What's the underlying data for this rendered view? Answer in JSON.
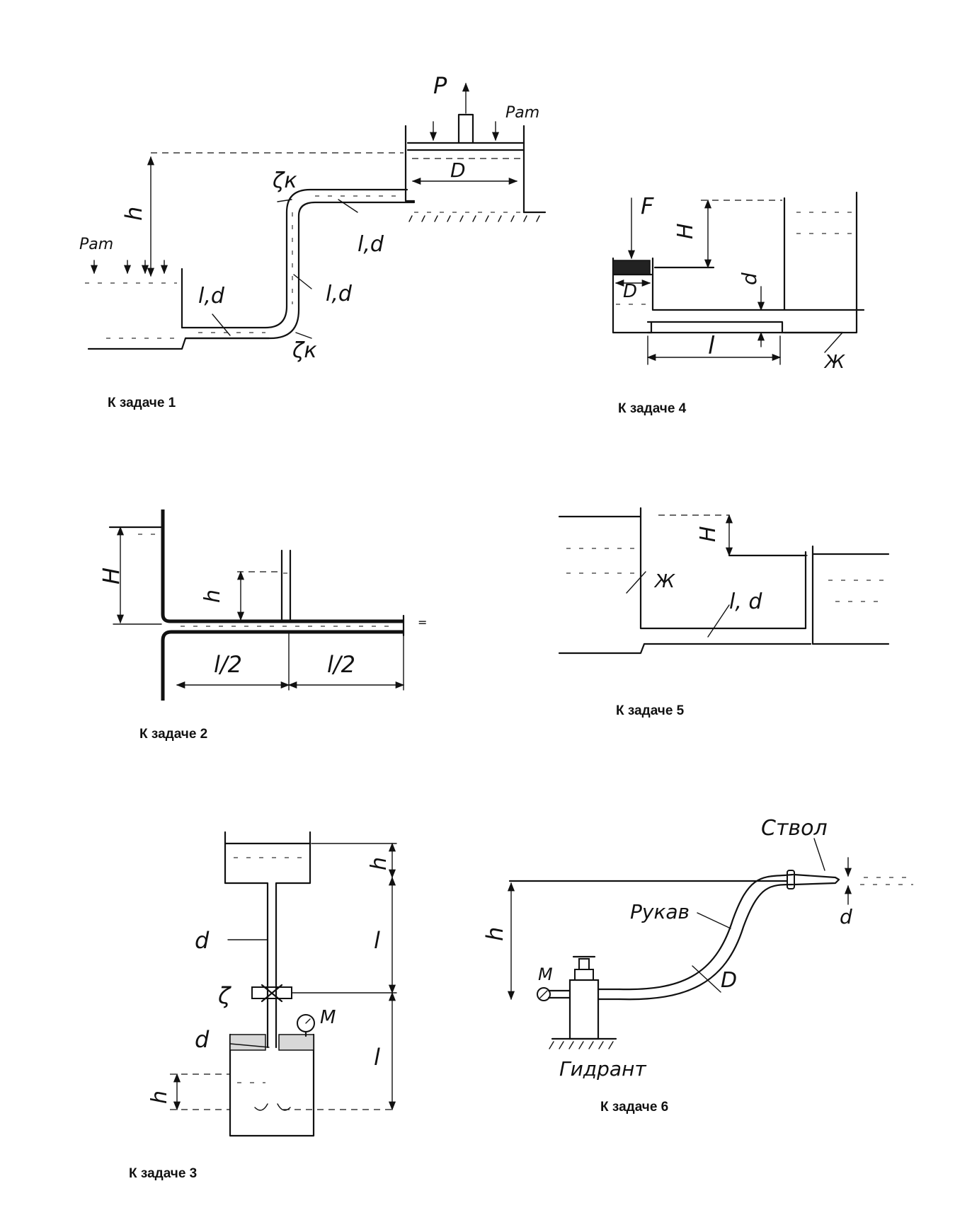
{
  "figures": [
    {
      "id": "fig1",
      "caption": "К задаче 1",
      "labels": {
        "force": "P",
        "p_atm_top": "Pam",
        "p_atm_left": "Pam",
        "diameter": "D",
        "height": "h",
        "seg1": "l,d",
        "seg2": "l,d",
        "seg3": "l,d",
        "zeta_top": "ζк",
        "zeta_bottom": "ζк"
      }
    },
    {
      "id": "fig2",
      "caption": "К задаче 2",
      "labels": {
        "head": "H",
        "height": "h",
        "half_left": "l/2",
        "half_right": "l/2"
      }
    },
    {
      "id": "fig3",
      "caption": "К задаче 3",
      "labels": {
        "h_top": "h",
        "l_top": "l",
        "d_top": "d",
        "zeta": "ζ",
        "d_bottom": "d",
        "manometer": "M",
        "l_bottom": "l",
        "h_bottom": "h"
      }
    },
    {
      "id": "fig4",
      "caption": "К задаче 4",
      "labels": {
        "force": "F",
        "head": "H",
        "small_d": "d",
        "piston_D": "D",
        "length": "l",
        "liquid": "Ж"
      }
    },
    {
      "id": "fig5",
      "caption": "К задаче 5",
      "labels": {
        "head": "H",
        "liquid": "Ж",
        "pipe": "l, d"
      }
    },
    {
      "id": "fig6",
      "caption": "К задаче 6",
      "labels": {
        "nozzle": "Ствол",
        "hose": "Рукав",
        "hose_D": "D",
        "nozzle_d": "d",
        "height": "h",
        "manometer": "M",
        "hydrant": "Гидрант"
      }
    }
  ]
}
